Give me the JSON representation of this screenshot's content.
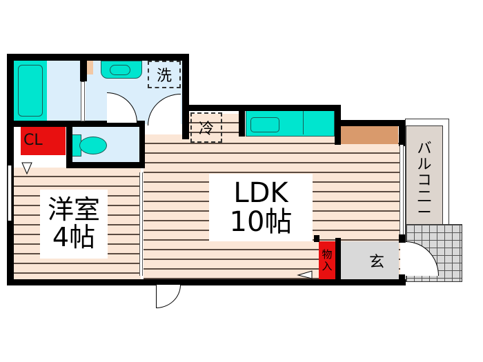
{
  "floorplan": {
    "rooms": {
      "western_room": {
        "label": "洋室\n4帖",
        "name": "洋室",
        "size": "4帖"
      },
      "ldk": {
        "label": "LDK\n10帖",
        "name": "LDK",
        "size": "10帖"
      },
      "closet": {
        "label": "CL"
      },
      "storage": {
        "label": "物\n入"
      },
      "entrance": {
        "label": "玄"
      },
      "balcony": {
        "label": "バ\nル\nコ\n二\nー"
      },
      "washer": {
        "label": "洗"
      },
      "fridge": {
        "label": "冷"
      }
    },
    "colors": {
      "floor": "#fbe6d6",
      "wet_area": "#dbeefb",
      "fixture": "#00e5cf",
      "closet": "#e81010",
      "counter": "#d99a6c",
      "balcony": "#ddd5ce",
      "entrance": "#d9d9d9",
      "wall": "#000000"
    }
  }
}
